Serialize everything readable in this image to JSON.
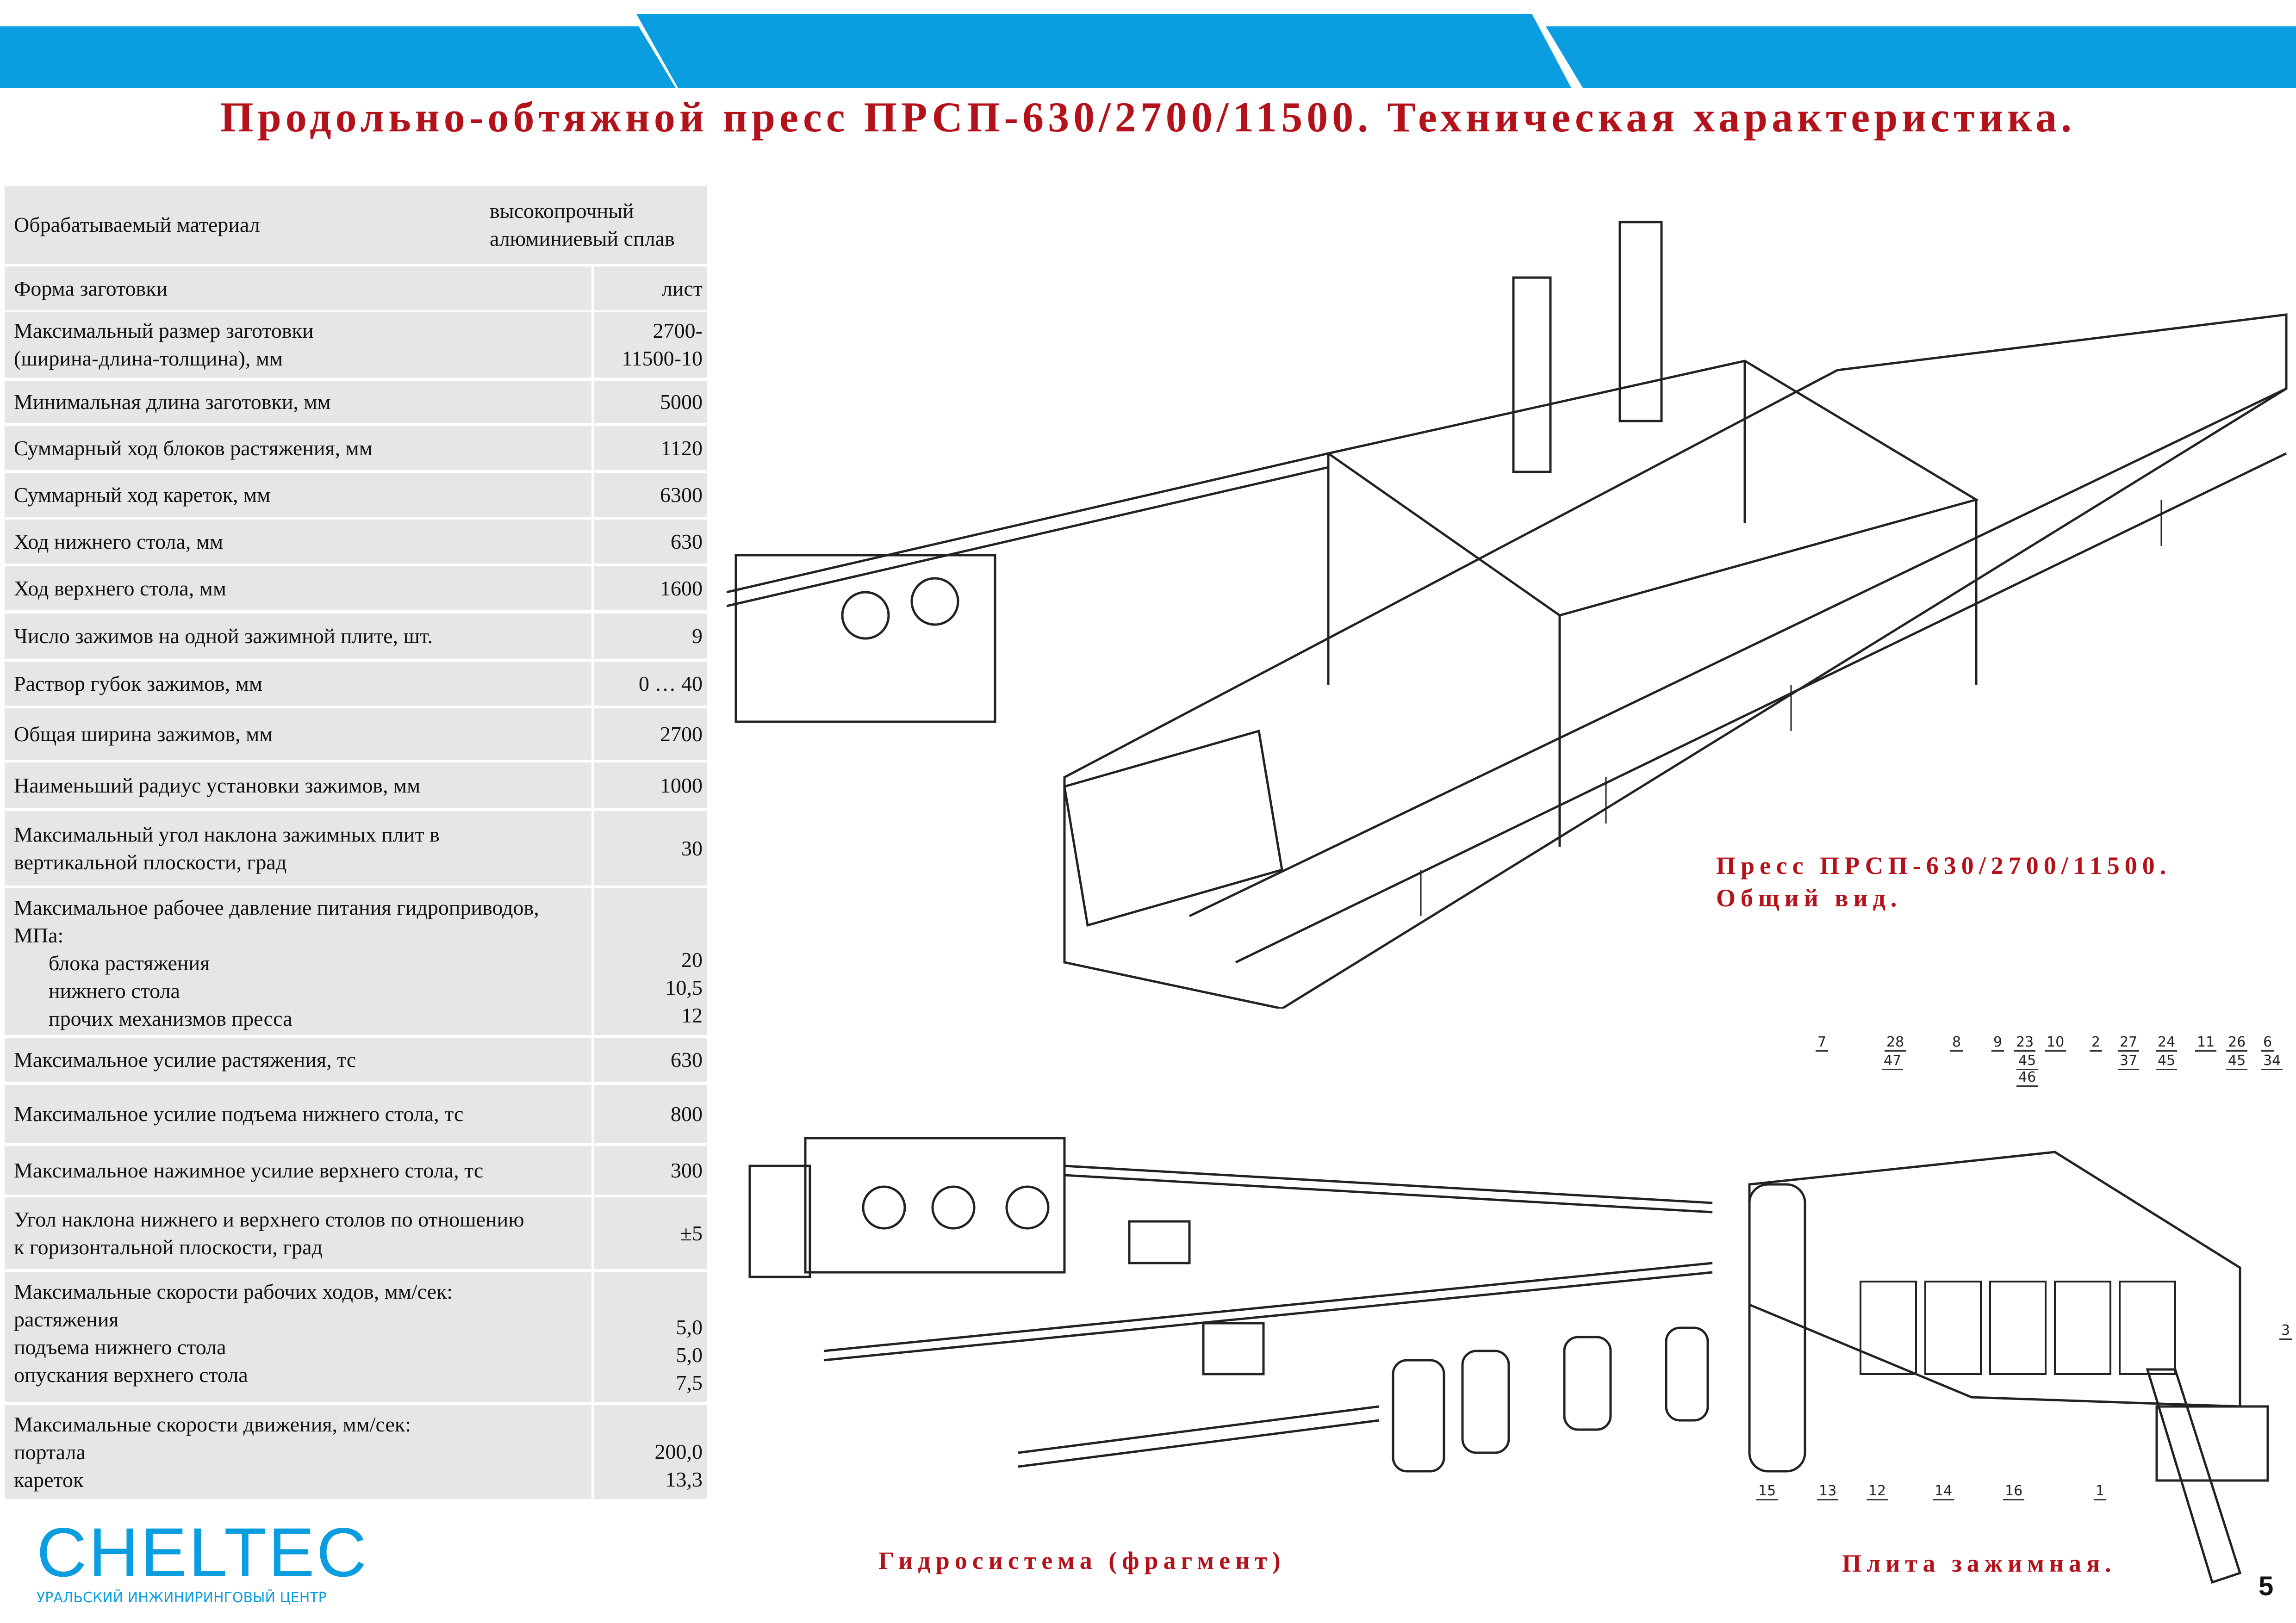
{
  "title": "Продольно-обтяжной пресс ПРСП-630/2700/11500. Техническая характеристика.",
  "colors": {
    "accent_blue": "#0a9ee0",
    "title_red": "#b3121b",
    "table_bg": "#e6e6e6"
  },
  "specs": [
    {
      "label": "Обрабатываемый материал",
      "value": [
        "высокопрочный",
        "алюминиевый сплав"
      ]
    },
    {
      "label": "Форма заготовки",
      "value": [
        "лист"
      ]
    },
    {
      "label": [
        "Максимальный размер заготовки",
        "(ширина-длина-толщина), мм"
      ],
      "value": [
        "2700-",
        "11500-10"
      ]
    },
    {
      "label": "Минимальная длина заготовки, мм",
      "value": [
        "5000"
      ]
    },
    {
      "label": "Суммарный ход блоков растяжения, мм",
      "value": [
        "1120"
      ]
    },
    {
      "label": "Суммарный ход кареток, мм",
      "value": [
        "6300"
      ]
    },
    {
      "label": "Ход нижнего стола, мм",
      "value": [
        "630"
      ]
    },
    {
      "label": "Ход верхнего стола, мм",
      "value": [
        "1600"
      ]
    },
    {
      "label": "Число зажимов на одной зажимной плите, шт.",
      "value": [
        "9"
      ]
    },
    {
      "label": "Раствор губок зажимов, мм",
      "value": [
        "0 … 40"
      ]
    },
    {
      "label": "Общая ширина зажимов, мм",
      "value": [
        "2700"
      ]
    },
    {
      "label": "Наименьший радиус установки зажимов, мм",
      "value": [
        "1000"
      ]
    },
    {
      "label": [
        "Максимальный угол наклона зажимных плит в",
        "вертикальной плоскости, град"
      ],
      "value": [
        "30"
      ]
    },
    {
      "label": [
        "Максимальное рабочее давление питания гидроприводов,",
        "МПа:",
        "блока растяжения",
        "нижнего стола",
        "прочих механизмов пресса"
      ],
      "value": [
        "20",
        "10,5",
        "12"
      ]
    },
    {
      "label": "Максимальное усилие растяжения, тс",
      "value": [
        "630"
      ]
    },
    {
      "label": "Максимальное усилие подъема нижнего стола, тс",
      "value": [
        "800"
      ]
    },
    {
      "label": "Максимальное нажимное усилие верхнего стола, тс",
      "value": [
        "300"
      ]
    },
    {
      "label": [
        "Угол наклона нижнего и верхнего столов по отношению",
        "к горизонтальной плоскости, град"
      ],
      "value": [
        "±5"
      ]
    },
    {
      "label": [
        "Максимальные скорости рабочих ходов, мм/сек:",
        "растяжения",
        "подъема нижнего стола",
        "опускания верхнего стола"
      ],
      "value": [
        "5,0",
        "5,0",
        "7,5"
      ]
    },
    {
      "label": [
        "Максимальные скорости движения, мм/сек:",
        "портала",
        "кареток"
      ],
      "value": [
        "200,0",
        "13,3"
      ]
    }
  ],
  "captions": {
    "general_1": "Пресс ПРСП-630/2700/11500.",
    "general_2": "Общий вид.",
    "hydro": "Гидросистема (фрагмент)",
    "plate": "Плита зажимная."
  },
  "callouts": {
    "top": [
      "7",
      "28",
      "8",
      "9",
      "23",
      "10",
      "2",
      "27",
      "24",
      "11",
      "26",
      "6"
    ],
    "sub": [
      "47",
      "45",
      "46",
      "37",
      "45",
      "45",
      "34"
    ],
    "bottom": [
      "15",
      "13",
      "12",
      "14",
      "16",
      "1"
    ],
    "side": "3"
  },
  "logo": {
    "name": "CHELTEC",
    "subtitle": "УРАЛЬСКИЙ ИНЖИНИРИНГОВЫЙ ЦЕНТР"
  },
  "page_number": "5"
}
